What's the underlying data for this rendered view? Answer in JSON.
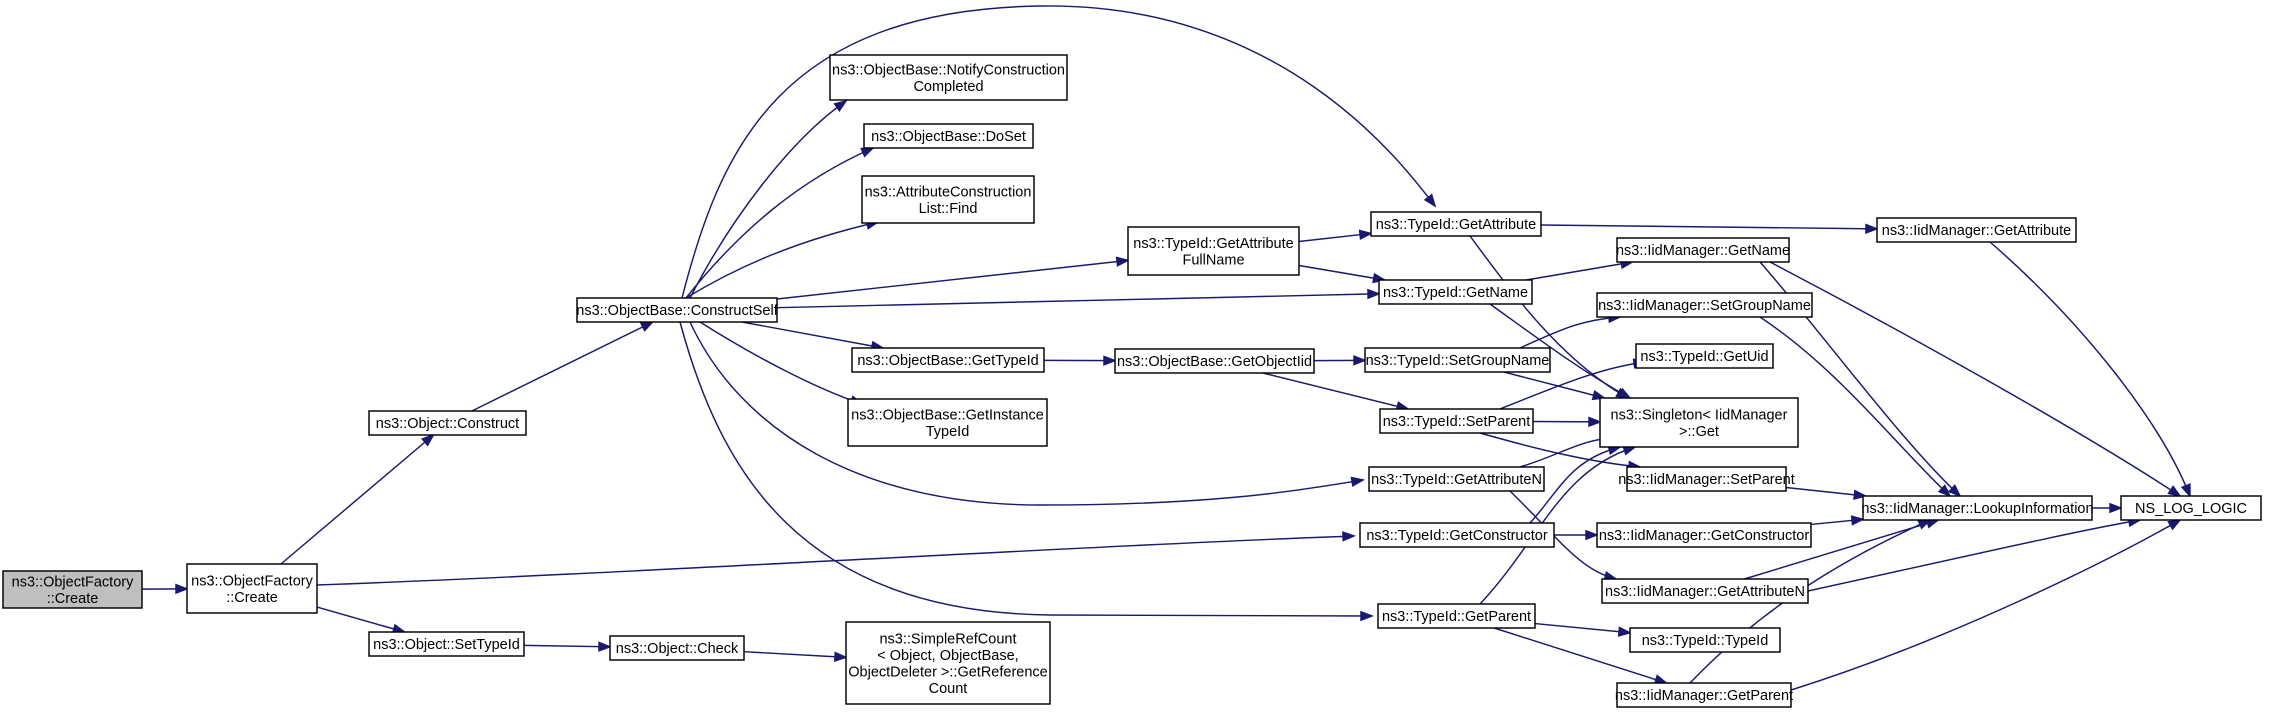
{
  "diagram": {
    "type": "call-graph",
    "colors": {
      "edge": "#191970",
      "root_fill": "#bfbfbf",
      "node_fill": "#ffffff",
      "border": "#000000"
    },
    "nodes": [
      {
        "id": "of_create_root",
        "lines": [
          "ns3::ObjectFactory",
          "::Create"
        ],
        "root": true
      },
      {
        "id": "of_create",
        "lines": [
          "ns3::ObjectFactory",
          "::Create"
        ]
      },
      {
        "id": "obj_construct",
        "lines": [
          "ns3::Object::Construct"
        ]
      },
      {
        "id": "obj_settypeid",
        "lines": [
          "ns3::Object::SetTypeId"
        ]
      },
      {
        "id": "ob_constructself",
        "lines": [
          "ns3::ObjectBase::ConstructSelf"
        ]
      },
      {
        "id": "obj_check",
        "lines": [
          "ns3::Object::Check"
        ]
      },
      {
        "id": "srefcount",
        "lines": [
          "ns3::SimpleRefCount",
          "< Object, ObjectBase,",
          "ObjectDeleter >::GetReference",
          "Count"
        ]
      },
      {
        "id": "ob_notify",
        "lines": [
          "ns3::ObjectBase::NotifyConstruction",
          "Completed"
        ]
      },
      {
        "id": "ob_doset",
        "lines": [
          "ns3::ObjectBase::DoSet"
        ]
      },
      {
        "id": "acl_find",
        "lines": [
          "ns3::AttributeConstruction",
          "List::Find"
        ]
      },
      {
        "id": "ob_gettypeid",
        "lines": [
          "ns3::ObjectBase::GetTypeId"
        ]
      },
      {
        "id": "ob_getinstance",
        "lines": [
          "ns3::ObjectBase::GetInstance",
          "TypeId"
        ]
      },
      {
        "id": "ti_getattrfull",
        "lines": [
          "ns3::TypeId::GetAttribute",
          "FullName"
        ]
      },
      {
        "id": "ob_getobjectiid",
        "lines": [
          "ns3::ObjectBase::GetObjectIid"
        ]
      },
      {
        "id": "ti_getattribute",
        "lines": [
          "ns3::TypeId::GetAttribute"
        ]
      },
      {
        "id": "ti_getname",
        "lines": [
          "ns3::TypeId::GetName"
        ]
      },
      {
        "id": "ti_setgroupname",
        "lines": [
          "ns3::TypeId::SetGroupName"
        ]
      },
      {
        "id": "ti_setparent",
        "lines": [
          "ns3::TypeId::SetParent"
        ]
      },
      {
        "id": "ti_getattrn",
        "lines": [
          "ns3::TypeId::GetAttributeN"
        ]
      },
      {
        "id": "ti_getconstructor",
        "lines": [
          "ns3::TypeId::GetConstructor"
        ]
      },
      {
        "id": "ti_getparent",
        "lines": [
          "ns3::TypeId::GetParent"
        ]
      },
      {
        "id": "iid_getattribute",
        "lines": [
          "ns3::IidManager::GetAttribute"
        ]
      },
      {
        "id": "iid_getname",
        "lines": [
          "ns3::IidManager::GetName"
        ]
      },
      {
        "id": "iid_setgroupname",
        "lines": [
          "ns3::IidManager::SetGroupName"
        ]
      },
      {
        "id": "ti_getuid",
        "lines": [
          "ns3::TypeId::GetUid"
        ]
      },
      {
        "id": "singleton_get",
        "lines": [
          "ns3::Singleton< IidManager",
          ">::Get"
        ]
      },
      {
        "id": "iid_setparent",
        "lines": [
          "ns3::IidManager::SetParent"
        ]
      },
      {
        "id": "iid_getconstructor",
        "lines": [
          "ns3::IidManager::GetConstructor"
        ]
      },
      {
        "id": "iid_getattrn",
        "lines": [
          "ns3::IidManager::GetAttributeN"
        ]
      },
      {
        "id": "ti_typeid",
        "lines": [
          "ns3::TypeId::TypeId"
        ]
      },
      {
        "id": "iid_getparent",
        "lines": [
          "ns3::IidManager::GetParent"
        ]
      },
      {
        "id": "iid_lookup",
        "lines": [
          "ns3::IidManager::LookupInformation"
        ]
      },
      {
        "id": "ns_log_logic",
        "lines": [
          "NS_LOG_LOGIC"
        ]
      }
    ],
    "edges": [
      [
        "of_create_root",
        "of_create"
      ],
      [
        "of_create",
        "obj_construct"
      ],
      [
        "of_create",
        "obj_settypeid"
      ],
      [
        "of_create",
        "ti_getconstructor"
      ],
      [
        "obj_construct",
        "ob_constructself"
      ],
      [
        "obj_settypeid",
        "obj_check"
      ],
      [
        "obj_check",
        "srefcount"
      ],
      [
        "ob_constructself",
        "ob_notify"
      ],
      [
        "ob_constructself",
        "ob_doset"
      ],
      [
        "ob_constructself",
        "acl_find"
      ],
      [
        "ob_constructself",
        "ti_getattrfull"
      ],
      [
        "ob_constructself",
        "ti_getattribute"
      ],
      [
        "ob_constructself",
        "ti_getname"
      ],
      [
        "ob_constructself",
        "ob_gettypeid"
      ],
      [
        "ob_constructself",
        "ob_getinstance"
      ],
      [
        "ob_constructself",
        "ti_getattrn"
      ],
      [
        "ob_constructself",
        "ti_getparent"
      ],
      [
        "ob_gettypeid",
        "ob_getobjectiid"
      ],
      [
        "ob_getobjectiid",
        "ti_setgroupname"
      ],
      [
        "ob_getobjectiid",
        "ti_setparent"
      ],
      [
        "ti_getattrfull",
        "ti_getattribute"
      ],
      [
        "ti_getattrfull",
        "ti_getname"
      ],
      [
        "ti_getattribute",
        "iid_getattribute"
      ],
      [
        "ti_getattribute",
        "singleton_get"
      ],
      [
        "ti_getname",
        "iid_getname"
      ],
      [
        "ti_getname",
        "singleton_get"
      ],
      [
        "ti_setgroupname",
        "iid_setgroupname"
      ],
      [
        "ti_setgroupname",
        "singleton_get"
      ],
      [
        "ti_setparent",
        "ti_getuid"
      ],
      [
        "ti_setparent",
        "singleton_get"
      ],
      [
        "ti_setparent",
        "iid_setparent"
      ],
      [
        "ti_getattrn",
        "singleton_get"
      ],
      [
        "ti_getattrn",
        "iid_getattrn"
      ],
      [
        "ti_getconstructor",
        "singleton_get"
      ],
      [
        "ti_getconstructor",
        "iid_getconstructor"
      ],
      [
        "ti_getparent",
        "singleton_get"
      ],
      [
        "ti_getparent",
        "ti_typeid"
      ],
      [
        "ti_getparent",
        "iid_getparent"
      ],
      [
        "iid_getattribute",
        "ns_log_logic"
      ],
      [
        "iid_getname",
        "iid_lookup"
      ],
      [
        "iid_getname",
        "ns_log_logic"
      ],
      [
        "iid_setgroupname",
        "iid_lookup"
      ],
      [
        "iid_setparent",
        "iid_lookup"
      ],
      [
        "iid_getconstructor",
        "iid_lookup"
      ],
      [
        "iid_getattrn",
        "iid_lookup"
      ],
      [
        "iid_getattrn",
        "ns_log_logic"
      ],
      [
        "iid_getparent",
        "iid_lookup"
      ],
      [
        "iid_getparent",
        "ns_log_logic"
      ],
      [
        "iid_lookup",
        "ns_log_logic"
      ]
    ]
  }
}
